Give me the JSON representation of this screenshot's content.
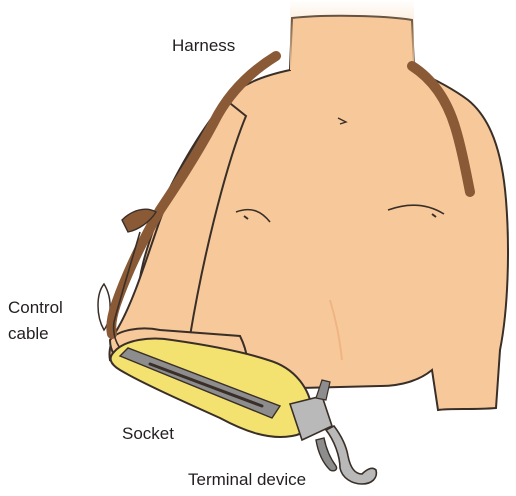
{
  "labels": {
    "harness": "Harness",
    "control_cable_line1": "Control",
    "control_cable_line2": "cable",
    "socket": "Socket",
    "terminal_device": "Terminal device"
  },
  "colors": {
    "skin": "#f7c99a",
    "skin_shadow": "#eeb583",
    "outline": "#3a2f28",
    "harness_strap": "#8a5a36",
    "socket_yellow": "#f3e26f",
    "cable_grey": "#8d8d8d",
    "metal": "#b9b9b9"
  }
}
